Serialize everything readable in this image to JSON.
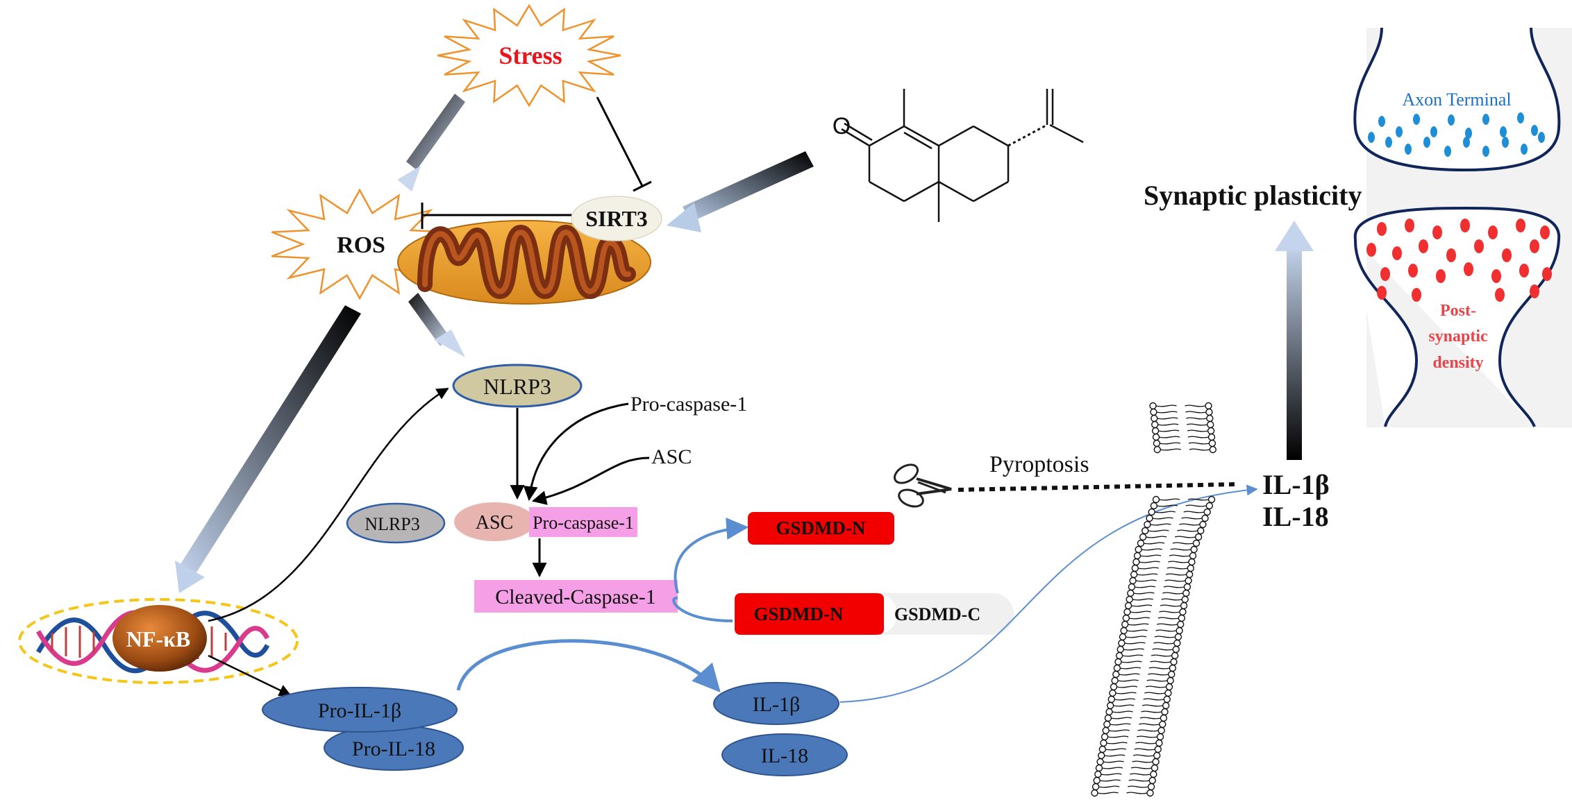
{
  "labels": {
    "stress": "Stress",
    "ros": "ROS",
    "sirt3": "SIRT3",
    "nlrp3_top": "NLRP3",
    "pro_caspase1_in": "Pro-caspase-1",
    "asc_in": "ASC",
    "nlrp3_complex": "NLRP3",
    "asc_complex": "ASC",
    "pro_caspase1_complex": "Pro-caspase-1",
    "cleaved_caspase1": "Cleaved-Caspase-1",
    "gsdmd_n_free": "GSDMD-N",
    "gsdmd_n_bound": "GSDMD-N",
    "gsdmd_c": "GSDMD-C",
    "nfkb": "NF-κB",
    "pro_il1b": "Pro-IL-1β",
    "pro_il18": "Pro-IL-18",
    "il1b_mature": "IL-1β",
    "il18_mature": "IL-18",
    "pyroptosis": "Pyroptosis",
    "il1b_out": "IL-1β",
    "il18_out": "IL-18",
    "synaptic_plasticity": "Synaptic plasticity",
    "axon_terminal": "Axon Terminal",
    "post_synaptic_1": "Post-",
    "post_synaptic_2": "synaptic",
    "post_synaptic_3": "density"
  },
  "colors": {
    "stress_text": "#e8141b",
    "burst_outline": "#f0922b",
    "blue_node": "#4a78b8",
    "pink_box": "#f5a0e6",
    "red_box": "#f20000",
    "nlrp3_fill": "#cfc8a0",
    "asc_fill": "#e8b4b0",
    "vesicle_blue": "#1e8fd6",
    "vesicle_red": "#f03030",
    "axon_text": "#1e70c0",
    "post_text": "#e8444a"
  },
  "icons": [
    "scissors-icon",
    "dna-icon",
    "mitochondrion-icon",
    "membrane-icon",
    "molecule-structure-icon",
    "synapse-icon"
  ]
}
